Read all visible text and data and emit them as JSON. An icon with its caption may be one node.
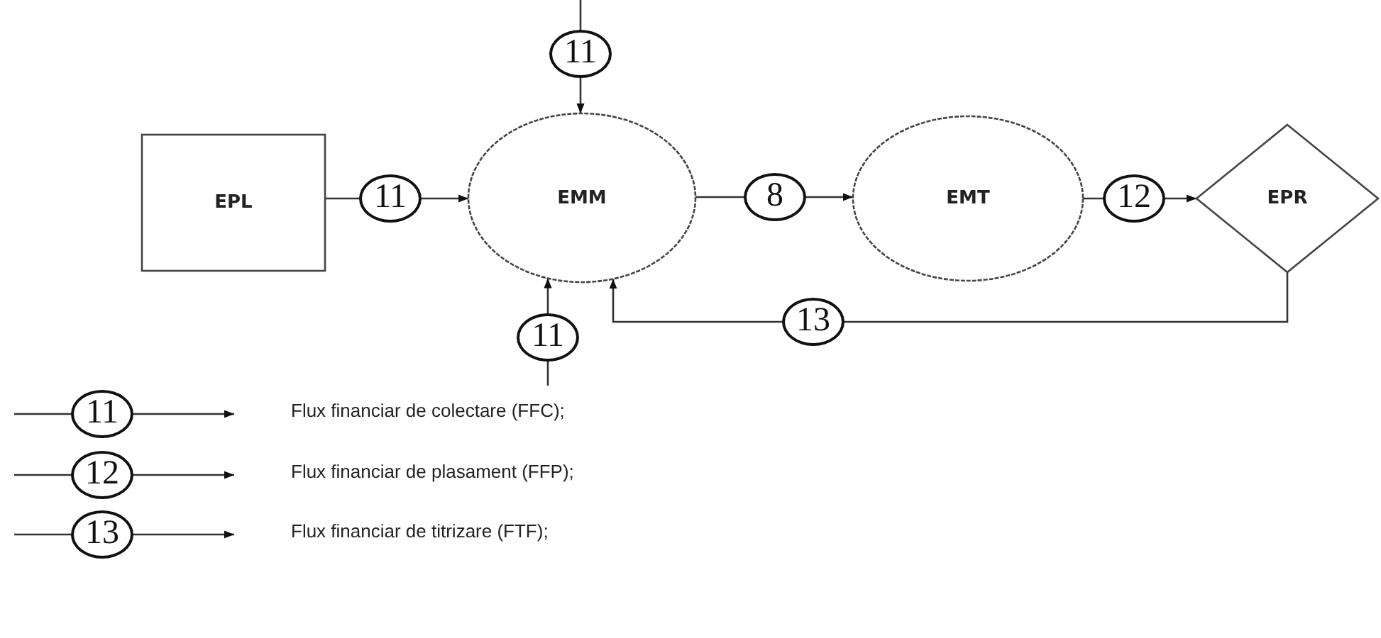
{
  "diagram": {
    "nodes": [
      {
        "text": [
          "EPL"
        ]
      },
      {
        "text": [
          "EMM"
        ]
      },
      {
        "text": [
          "EMT"
        ]
      },
      {
        "text": [
          "EPR"
        ]
      }
    ],
    "edges": [
      {
        "from": null,
        "to": 1,
        "arrow": "to",
        "label": "11"
      },
      {
        "from": 0,
        "to": 1,
        "arrow": "to",
        "label": "11"
      },
      {
        "from": 1,
        "to": 2,
        "arrow": "to",
        "label": "8"
      },
      {
        "from": 2,
        "to": 3,
        "arrow": "to",
        "label": "12"
      },
      {
        "from": null,
        "to": 1,
        "arrow": "to",
        "label": "11"
      },
      {
        "from": 3,
        "to": 1,
        "arrow": "to",
        "label": "13"
      }
    ],
    "labels": [
      "11",
      "12",
      "13"
    ],
    "legend": [
      {
        "text": "Flux financiar de colectare (FFC);"
      },
      {
        "text": "Flux financiar de plasament (FFP);"
      },
      {
        "text": "Flux financiar de titrizare (FTF);"
      }
    ]
  }
}
